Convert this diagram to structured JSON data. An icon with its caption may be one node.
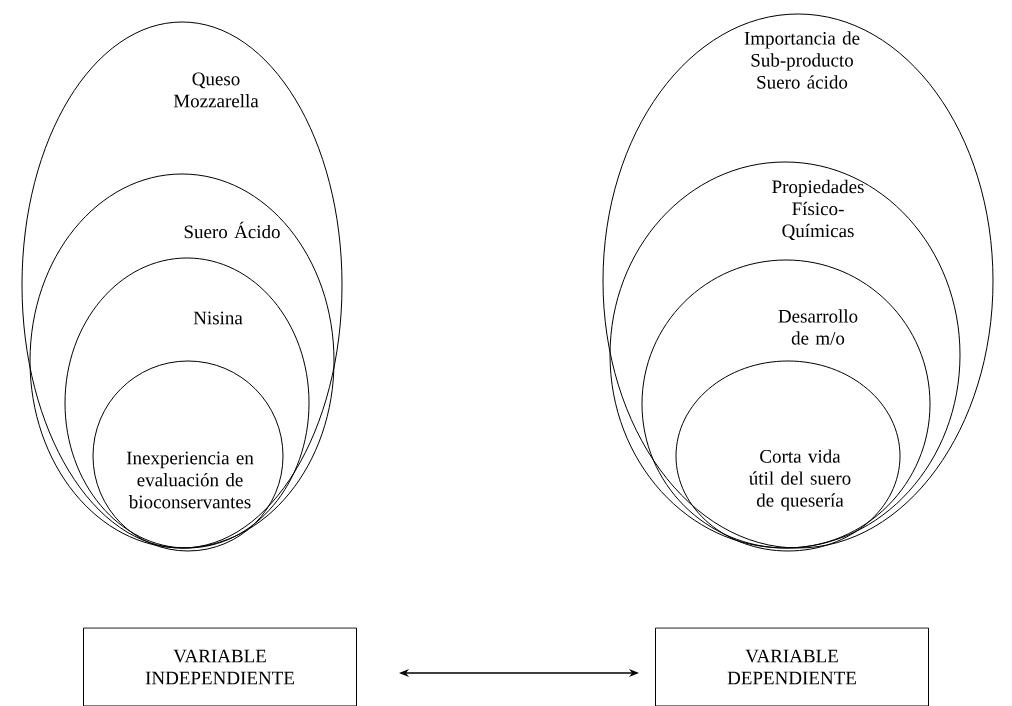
{
  "diagram": {
    "nodes": [
      {
        "text": [
          "Queso Mozzarella"
        ]
      },
      {
        "text": [
          "Suero Ácido"
        ],
        "in": 0
      },
      {
        "text": [
          "Nisina"
        ],
        "in": 1
      },
      {
        "text": [
          "Inexperiencia en evaluación de bioconservantes"
        ],
        "in": 2
      },
      {
        "text": [
          "Importancia de Sub-producto Suero ácido"
        ]
      },
      {
        "text": [
          "Propiedades Físico- Químicas"
        ],
        "in": 4
      },
      {
        "text": [
          "Desarrollo de m/o"
        ],
        "in": 5
      },
      {
        "text": [
          "Corta vida útil del suero de quesería"
        ],
        "in": 6
      },
      {
        "text": [
          "VARIABLE INDEPENDIENTE"
        ]
      },
      {
        "text": [
          "VARIABLE DEPENDIENTE"
        ]
      }
    ],
    "edges": [
      {
        "from": 8,
        "to": 9,
        "arrow": "both"
      }
    ]
  }
}
